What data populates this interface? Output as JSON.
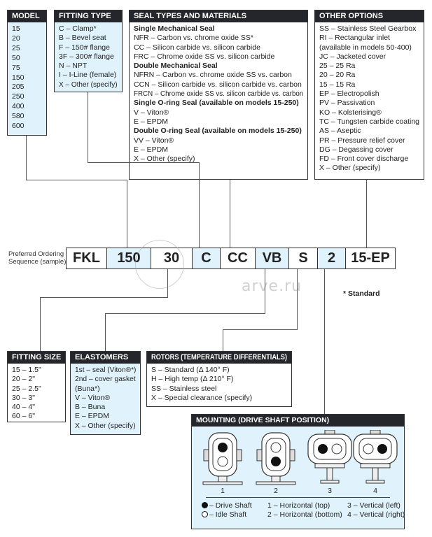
{
  "model": {
    "title": "MODEL",
    "items": [
      "15",
      "20",
      "25",
      "50",
      "75",
      "150",
      "205",
      "250",
      "400",
      "580",
      "600"
    ]
  },
  "fitting_type": {
    "title": "FITTING TYPE",
    "items": [
      "C – Clamp*",
      "B – Bevel seat",
      "F – 150# flange",
      "3F – 300# flange",
      "N – NPT",
      "I – I-Line (female)",
      "X – Other (specify)"
    ]
  },
  "seal_types": {
    "title": "SEAL TYPES AND MATERIALS",
    "groups": [
      {
        "heading": "Single Mechanical Seal",
        "items": [
          "NFR – Carbon vs. chrome oxide SS*",
          "CC – Silicon carbide vs. silicon carbide",
          "FRC – Chrome oxide SS vs. silicon carbide"
        ]
      },
      {
        "heading": "Double Mechanical Seal",
        "items": [
          "NFRN – Carbon vs. chrome oxide SS vs. carbon",
          "CCN – Silicon carbide vs. silicon carbide vs. carbon",
          "FRCN – Chrome oxide SS vs. silicon carbide vs. carbon"
        ]
      },
      {
        "heading": "Single O-ring Seal (available on models 15-250)",
        "items": [
          "V – Viton®",
          "E – EPDM"
        ]
      },
      {
        "heading": "Double O-ring Seal (available on models 15-250)",
        "items": [
          "VV – Viton®",
          "E – EPDM",
          "X – Other (specify)"
        ]
      }
    ]
  },
  "other_options": {
    "title": "OTHER OPTIONS",
    "items": [
      "SS – Stainless Steel Gearbox",
      "RI – Rectangular inlet",
      "(available in models 50-400)",
      "JC – Jacketed cover",
      "25 – 25 Ra",
      "20 – 20 Ra",
      "15 – 15 Ra",
      "EP – Electropolish",
      "PV – Passivation",
      "KO – Kolsterising®",
      "TC – Tungsten carbide coating",
      "AS – Aseptic",
      "PR – Pressure relief cover",
      "DG – Degassing cover",
      "FD – Front cover discharge",
      "X – Other (specify)"
    ]
  },
  "sequence": {
    "label_line1": "Preferred Ordering",
    "label_line2": "Sequence (sample)",
    "cells": [
      {
        "value": "FKL",
        "highlight": false
      },
      {
        "value": "150",
        "highlight": true
      },
      {
        "value": "30",
        "highlight": false
      },
      {
        "value": "C",
        "highlight": true
      },
      {
        "value": "CC",
        "highlight": false
      },
      {
        "value": "VB",
        "highlight": true
      },
      {
        "value": "S",
        "highlight": false
      },
      {
        "value": "2",
        "highlight": true
      },
      {
        "value": "15-EP",
        "highlight": false
      }
    ]
  },
  "standard_note": "* Standard",
  "watermark": "arve.ru",
  "fitting_size": {
    "title": "FITTING SIZE",
    "items": [
      "15 – 1.5\"",
      "20 – 2\"",
      "25 – 2.5\"",
      "30 – 3\"",
      "40 – 4\"",
      "60 – 6\""
    ]
  },
  "elastomers": {
    "title": "ELASTOMERS",
    "items": [
      "1st – seal (Viton®*)",
      "2nd – cover gasket",
      "(Buna*)",
      "V – Viton®",
      "B – Buna",
      "E – EPDM",
      "X – Other (specify)"
    ]
  },
  "rotors": {
    "title": "ROTORS (TEMPERATURE DIFFERENTIALS)",
    "items": [
      "S – Standard (Δ 140° F)",
      "H – High temp (Δ 210° F)",
      "SS – Stainless steel",
      "X – Special clearance (specify)"
    ]
  },
  "mounting": {
    "title": "MOUNTING (DRIVE SHAFT POSITION)",
    "positions": [
      "1",
      "2",
      "3",
      "4"
    ],
    "legend_drive": "– Drive Shaft",
    "legend_idle": "– Idle Shaft",
    "legend_pos": [
      "1 – Horizontal (top)",
      "2 – Horizontal (bottom)",
      "3 – Vertical (left)",
      "4 – Vertical (right)"
    ]
  },
  "colors": {
    "header_bg": "#25262b",
    "highlight_bg": "#e0f3fc",
    "border": "#333333"
  }
}
